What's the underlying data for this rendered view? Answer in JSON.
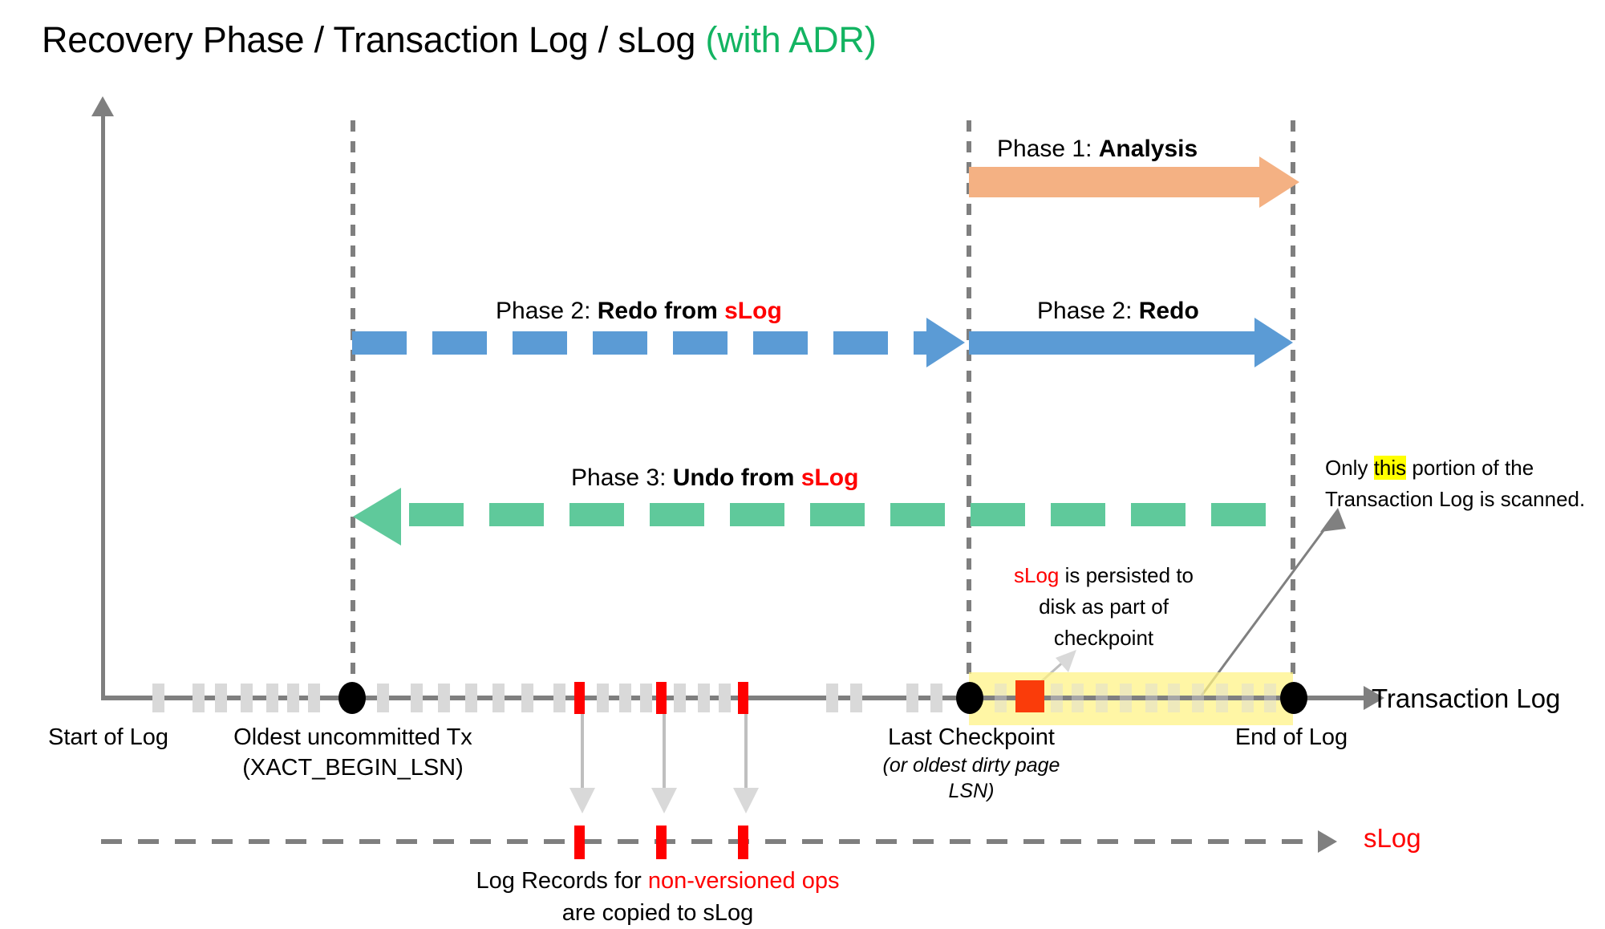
{
  "title": {
    "main": "Recovery Phase / Transaction Log / sLog ",
    "accent": "(with ADR)",
    "accent_color": "#13b462"
  },
  "colors": {
    "analysis_arrow": "#f4b183",
    "redo_arrow": "#5b9bd5",
    "undo_arrow": "#5fc99b",
    "log_tick": "#d9d9d9",
    "slog_tick": "#ff0000",
    "marker_dot": "#000000",
    "axis": "#7f7f7f",
    "highlight": "#ffff00",
    "scan_band": "#fff28c",
    "red_text": "#ff0000",
    "green_text": "#13b462"
  },
  "phases": [
    {
      "id": "analysis",
      "prefix": "Phase 1: ",
      "name": "Analysis",
      "suffix": "",
      "style": "solid",
      "direction": "right",
      "color": "#f4b183"
    },
    {
      "id": "redo-from-slog",
      "prefix": "Phase 2: ",
      "name": "Redo from ",
      "suffix": "sLog",
      "style": "dashed",
      "direction": "right",
      "color": "#5b9bd5"
    },
    {
      "id": "redo",
      "prefix": "Phase 2: ",
      "name": "Redo",
      "suffix": "",
      "style": "solid",
      "direction": "right",
      "color": "#5b9bd5"
    },
    {
      "id": "undo-from-slog",
      "prefix": "Phase 3: ",
      "name": "Undo from ",
      "suffix": "sLog",
      "style": "dashed",
      "direction": "left",
      "color": "#5fc99b"
    }
  ],
  "timeline": {
    "axis_label": "Transaction Log",
    "slog_label": "sLog",
    "markers": [
      {
        "id": "start-of-log",
        "label": "Start of Log",
        "sublabel": ""
      },
      {
        "id": "oldest-uncommitted-tx",
        "label": "Oldest uncommitted Tx",
        "sublabel": "(XACT_BEGIN_LSN)"
      },
      {
        "id": "last-checkpoint",
        "label": "Last Checkpoint",
        "sublabel": "(or oldest dirty page LSN)"
      },
      {
        "id": "end-of-log",
        "label": "End of Log",
        "sublabel": ""
      }
    ]
  },
  "notes": {
    "slog_checkpoint": {
      "red_word": "sLog",
      "rest_line1": " is persisted to",
      "line2": "disk as part of",
      "line3": "checkpoint"
    },
    "scanned_portion": {
      "pre": "Only ",
      "highlighted": "this",
      "post": " portion of the",
      "line2": "Transaction Log is scanned."
    },
    "non_versioned": {
      "pre": "Log Records for ",
      "red": "non-versioned ops",
      "line2": "are copied to sLog"
    }
  }
}
